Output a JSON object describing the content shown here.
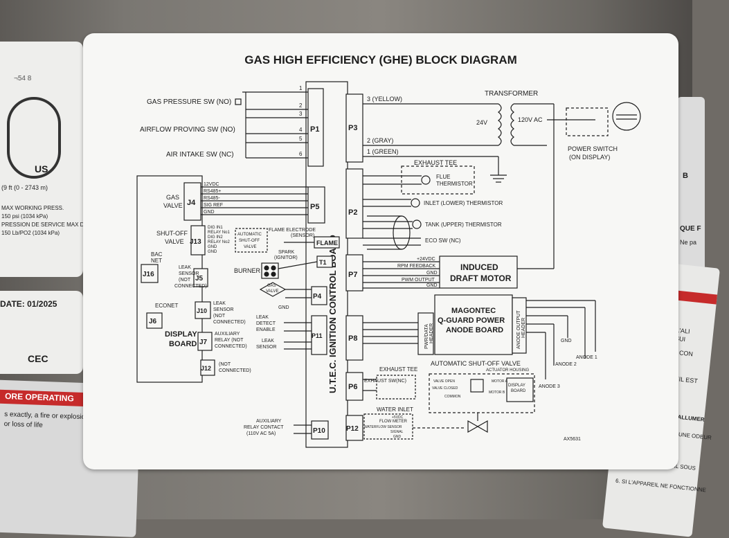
{
  "diagram": {
    "title": "GAS HIGH EFFICIENCY (GHE) BLOCK DIAGRAM",
    "code": "AX5631",
    "board": "U.T.E.C. IGNITION CONTROL BOARD",
    "switches": {
      "gas_pressure": "GAS PRESSURE SW (NO)",
      "airflow": "AIRFLOW PROVING SW (NO)",
      "air_intake": "AIR INTAKE SW (NC)"
    },
    "connectors": [
      "P1",
      "P3",
      "P5",
      "P2",
      "P7",
      "P4",
      "P11",
      "P8",
      "P6",
      "P10",
      "P12",
      "T1",
      "FLAME"
    ],
    "left_connectors": [
      "J4",
      "J13",
      "J16",
      "J5",
      "J10",
      "J6",
      "J7",
      "J12"
    ],
    "p3_wires": [
      "3 (YELLOW)",
      "2 (GRAY)",
      "1 (GREEN)"
    ],
    "transformer": "TRANSFORMER",
    "v24": "24V",
    "v120": "120V AC",
    "power_switch": "POWER SWITCH",
    "power_switch2": "(ON DISPLAY)",
    "exhaust_tee": "EXHAUST TEE",
    "flue": "FLUE",
    "flue2": "THERMISTOR",
    "inlet": "INLET (LOWER) THERMISTOR",
    "tank": "TANK (UPPER) THERMISTOR",
    "eco": "ECO SW (NC)",
    "gas_valve": "GAS",
    "gas_valve2": "VALVE",
    "j4_wires": [
      "12VDC",
      "RS485+",
      "RS485-",
      "SIG REF",
      "GND"
    ],
    "shutoff_valve": "SHUT-OFF",
    "shutoff_valve2": "VALVE",
    "j13_wires": [
      "DIG IN1",
      "RELAY No1",
      "DIG IN2",
      "RELAY No2",
      "GND",
      "GND"
    ],
    "auto_shutoff": [
      "AUTOMATIC",
      "SHUT-OFF",
      "VALVE"
    ],
    "flame_electrode": "FLAME ELECTRODE",
    "flame_electrode2": "(SENSOR)",
    "spark": "SPARK",
    "spark2": "(IGNITOR)",
    "burner": "BURNER",
    "bac_net": [
      "BAC",
      "NET"
    ],
    "leak_sensor_j5": [
      "LEAK",
      "SENSOR",
      "(NOT",
      "CONNECTED)"
    ],
    "leak_sensor_j10": [
      "LEAK",
      "SENSOR",
      "(NOT",
      "CONNECTED)"
    ],
    "econet": "ECONET",
    "display_board": [
      "DISPLAY",
      "BOARD"
    ],
    "aux_relay": [
      "AUXILIARY",
      "RELAY (NOT",
      "CONNECTED)"
    ],
    "j12_text": [
      "(NOT",
      "CONNECTED)"
    ],
    "gas_valve_p4": [
      "GAS",
      "VALVE"
    ],
    "gnd": "GND",
    "leak_detect": [
      "LEAK",
      "DETECT",
      "ENABLE"
    ],
    "leak_sensor_p11": [
      "LEAK",
      "SENSOR"
    ],
    "p7_wires": [
      "+24VDC",
      "RPM FEEDBACK",
      "GND",
      "PWM OUTPUT",
      "GND"
    ],
    "induced_draft": [
      "INDUCED",
      "DRAFT MOTOR"
    ],
    "magontec": [
      "MAGONTEC",
      "Q-GUARD POWER",
      "ANODE BOARD"
    ],
    "pwr_data": [
      "PWR/DATA",
      "HEADER"
    ],
    "anode_output": [
      "ANODE OUTPUT",
      "HEADER"
    ],
    "anodes": [
      "ANODE 1",
      "ANODE 2",
      "ANODE 3"
    ],
    "auto_shutoff_valve": "AUTOMATIC SHUT-OFF VALVE",
    "actuator_housing": "ACTUATOR HOUSING",
    "valve_open": "VALVE OPEN",
    "valve_closed": "VALVE CLOSED",
    "common": "COMMON",
    "motor_a": "MOTOR A",
    "motor_b": "MOTOR B",
    "display_board2": [
      "DISPLAY",
      "BOARD"
    ],
    "exhaust_tee2": "EXHAUST TEE",
    "exhaust_sw": "EXHAUST SW(NC)",
    "water_inlet": "WATER INLET",
    "flow_meter": [
      "+5VDC",
      "FLOW METER",
      "WATERFLOW SENSOR",
      "SIGNAL",
      "GND"
    ],
    "aux_relay_contact": [
      "AUXILIARY",
      "RELAY CONTACT",
      "(110V AC 5A)"
    ]
  },
  "left_label": {
    "us": "US",
    "line1": "(9 ft (0 - 2743 m)",
    "line2": "MAX WORKING PRESS.",
    "line3": "150 psi (1034 kPa)",
    "line4": "PRESSION DE SERVICE MAX DE",
    "line5": "150 Lb/PO2 (1034 kPa)",
    "date": "DATE: 01/2025",
    "cec": "CEC",
    "ore_operating": "ORE OPERATING",
    "warn1": "s exactly, a fire or explosion may",
    "warn2": "or loss of life"
  },
  "right_label": {
    "b": "B",
    "que": "QUE F",
    "ne_pa": "Ne pa",
    "arr1": "1. ARRÊTEZ L'ALI",
    "arr1b": "CI-DESSUS, SUI",
    "arr2": "2. PLACER LE CON",
    "arr3": "3. CET APPAREIL EST",
    "ne_pas": "NE PAS TENTER D'ALLUMER",
    "arr4": "4. SI VOUS SENTEZ UNE ODEUR",
    "arr5": "5. METTRE L'APPAREIL SOUS",
    "arr6": "6. SI L'APPAREIL NE FONCTIONNE"
  }
}
